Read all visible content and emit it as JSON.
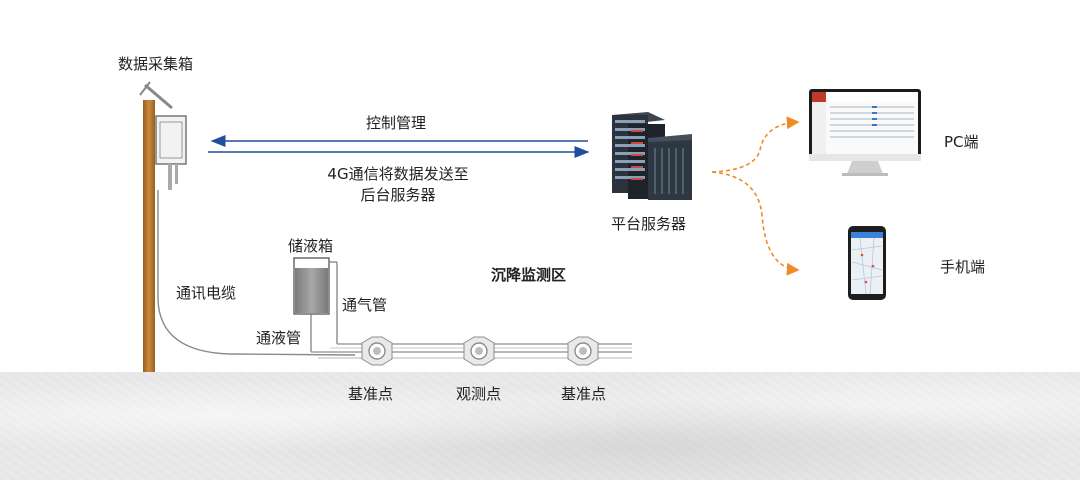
{
  "labels": {
    "collector_box": "数据采集箱",
    "control": "控制管理",
    "send_line1": "4G通信将数据发送至",
    "send_line2": "后台服务器",
    "server": "平台服务器",
    "pc": "PC端",
    "mobile": "手机端",
    "liquid_tank": "储液箱",
    "cable": "通讯电缆",
    "vent_pipe": "通气管",
    "liquid_pipe": "通液管",
    "zone": "沉降监测区",
    "points": [
      "基准点",
      "观测点",
      "基准点"
    ]
  },
  "colors": {
    "arrow_blue": "#1f4e9c",
    "dashed_orange": "#f08a24",
    "pole": "#b8792e",
    "ground": "#e9e9e9"
  }
}
